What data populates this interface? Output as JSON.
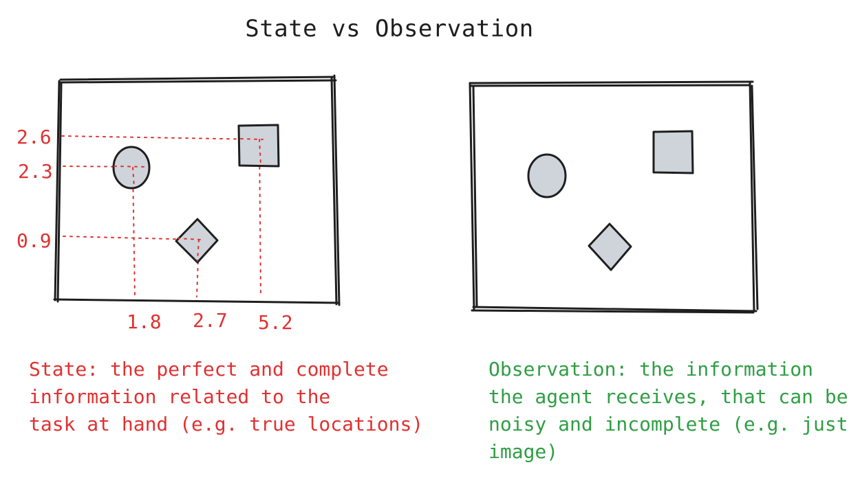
{
  "title": "State vs Observation",
  "state_panel": {
    "y_labels": [
      "2.6",
      "2.3",
      "0.9"
    ],
    "x_labels": [
      "1.8",
      "2.7",
      "5.2"
    ],
    "caption_lines": [
      "State: the perfect and complete",
      "information related to the",
      "task at hand (e.g. true locations)"
    ]
  },
  "observation_panel": {
    "caption_lines": [
      "Observation: the information",
      "the agent receives, that can be",
      "noisy and incomplete (e.g. just an",
      "image)"
    ]
  },
  "colors": {
    "stroke": "#1e1e1e",
    "shape_fill": "#ced4da",
    "state_accent": "#e03131",
    "observation_accent": "#2f9e44"
  }
}
